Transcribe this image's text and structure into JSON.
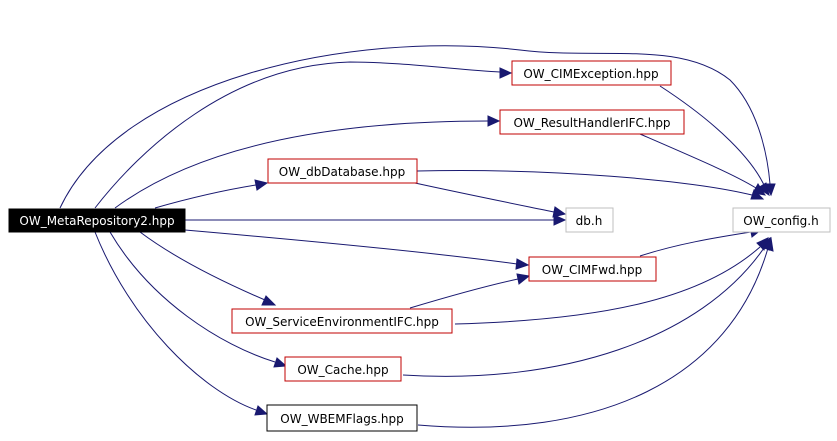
{
  "nodes": {
    "meta_repository": {
      "label": "OW_MetaRepository2.hpp",
      "style": "root"
    },
    "cim_exception": {
      "label": "OW_CIMException.hpp",
      "style": "red"
    },
    "result_handler": {
      "label": "OW_ResultHandlerIFC.hpp",
      "style": "red"
    },
    "db_database": {
      "label": "OW_dbDatabase.hpp",
      "style": "red"
    },
    "db_h": {
      "label": "db.h",
      "style": "gray"
    },
    "config": {
      "label": "OW_config.h",
      "style": "gray"
    },
    "cim_fwd": {
      "label": "OW_CIMFwd.hpp",
      "style": "red"
    },
    "service_env": {
      "label": "OW_ServiceEnvironmentIFC.hpp",
      "style": "red"
    },
    "cache": {
      "label": "OW_Cache.hpp",
      "style": "red"
    },
    "wbem_flags": {
      "label": "OW_WBEMFlags.hpp",
      "style": "black"
    }
  },
  "edges": [
    {
      "from": "meta_repository",
      "to": "cim_exception"
    },
    {
      "from": "meta_repository",
      "to": "result_handler"
    },
    {
      "from": "meta_repository",
      "to": "db_database"
    },
    {
      "from": "meta_repository",
      "to": "db_h"
    },
    {
      "from": "meta_repository",
      "to": "config"
    },
    {
      "from": "meta_repository",
      "to": "cim_fwd"
    },
    {
      "from": "meta_repository",
      "to": "service_env"
    },
    {
      "from": "meta_repository",
      "to": "cache"
    },
    {
      "from": "meta_repository",
      "to": "wbem_flags"
    },
    {
      "from": "cim_exception",
      "to": "config"
    },
    {
      "from": "result_handler",
      "to": "config"
    },
    {
      "from": "db_database",
      "to": "db_h"
    },
    {
      "from": "db_database",
      "to": "config"
    },
    {
      "from": "cim_fwd",
      "to": "config"
    },
    {
      "from": "service_env",
      "to": "cim_fwd"
    },
    {
      "from": "service_env",
      "to": "config"
    },
    {
      "from": "cache",
      "to": "config"
    },
    {
      "from": "wbem_flags",
      "to": "config"
    }
  ],
  "colors": {
    "edge": "#191970",
    "red_border": "#c00000",
    "gray_border": "#bfbfbf",
    "root_fill": "#000000"
  }
}
